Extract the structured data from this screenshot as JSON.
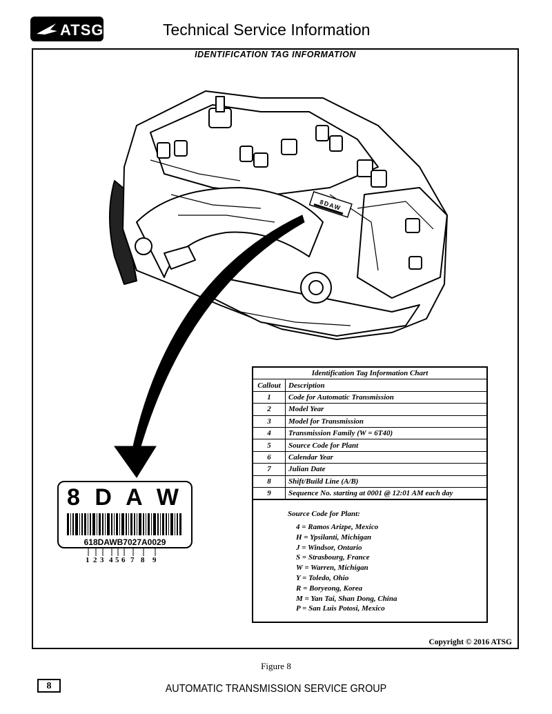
{
  "header": {
    "logo_text": "ATSG",
    "title": "Technical Service Information"
  },
  "section_title": "IDENTIFICATION TAG INFORMATION",
  "illustration_tag_label": "8DAW",
  "tag": {
    "big_text": "8 D A W",
    "code": "618DAWB7027A0029",
    "callouts": [
      "1",
      "2",
      "3",
      "4",
      "5",
      "6",
      "7",
      "8",
      "9"
    ]
  },
  "chart": {
    "title": "Identification Tag Information Chart",
    "col_callout": "Callout",
    "col_description": "Description",
    "rows": [
      {
        "callout": "1",
        "description": "Code for Automatic Transmission"
      },
      {
        "callout": "2",
        "description": "Model Year"
      },
      {
        "callout": "3",
        "description": "Model for Transmission"
      },
      {
        "callout": "4",
        "description": "Transmission Family  (W = 6T40)"
      },
      {
        "callout": "5",
        "description": "Source Code for Plant"
      },
      {
        "callout": "6",
        "description": "Calendar Year"
      },
      {
        "callout": "7",
        "description": "Julian Date"
      },
      {
        "callout": "8",
        "description": "Shift/Build Line  (A/B)"
      },
      {
        "callout": "9",
        "description": "Sequence No. starting at 0001 @ 12:01 AM each day"
      }
    ],
    "plants_heading": "Source Code for Plant:",
    "plants": [
      "4 = Ramos Arizpe, Mexico",
      "H = Ypsilanti, Michigan",
      "J = Windsor, Ontario",
      "S = Strasbourg, France",
      "W = Warren, Michigan",
      "Y = Toledo, Ohio",
      "R = Boryeong, Korea",
      "M = Yan Tai, Shan Dong, China",
      "P = San Luis Potosi, Mexico"
    ]
  },
  "copyright": "Copyright © 2016 ATSG",
  "figure_caption": "Figure 8",
  "page_number": "8",
  "footer": "AUTOMATIC TRANSMISSION SERVICE GROUP"
}
